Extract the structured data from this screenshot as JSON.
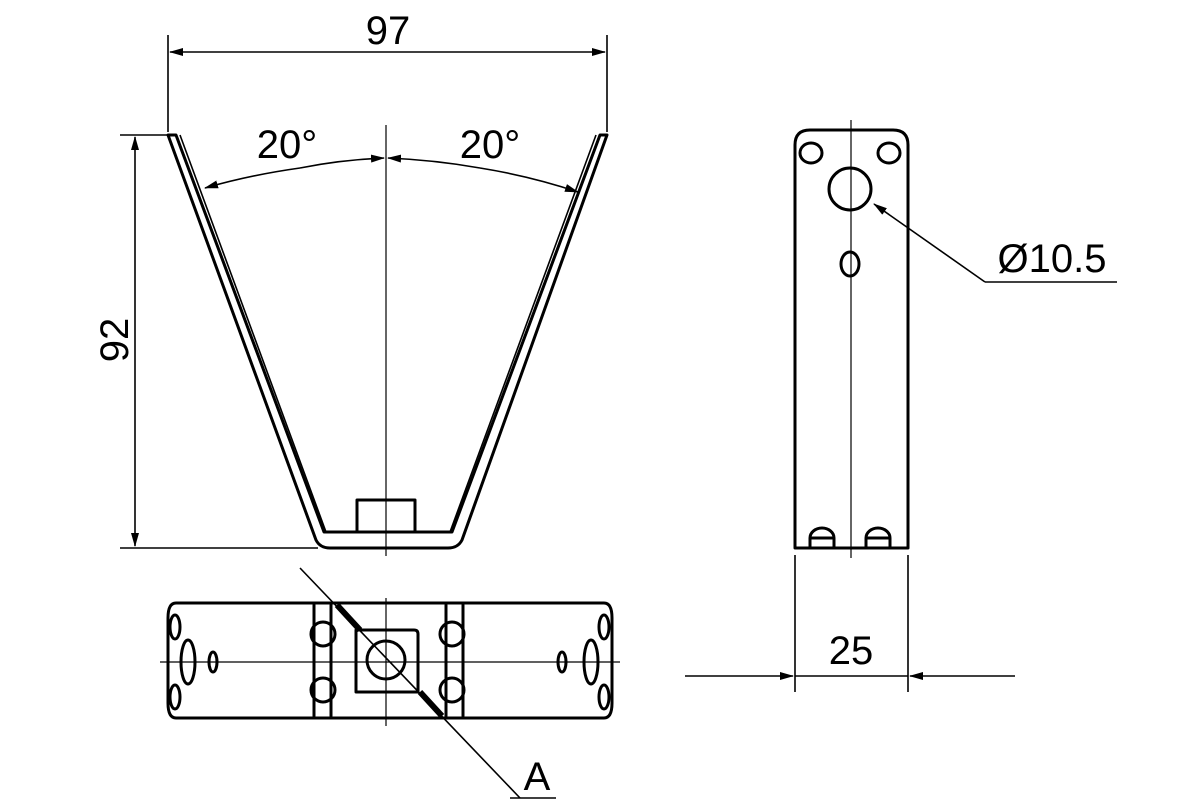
{
  "drawing": {
    "front_view": {
      "width_dimension": "97",
      "height_dimension": "92",
      "left_angle": "20°",
      "right_angle": "20°"
    },
    "side_view": {
      "hole_diameter": "Ø10.5",
      "width_dimension": "25"
    },
    "bottom_view": {
      "detail_label": "A"
    }
  }
}
